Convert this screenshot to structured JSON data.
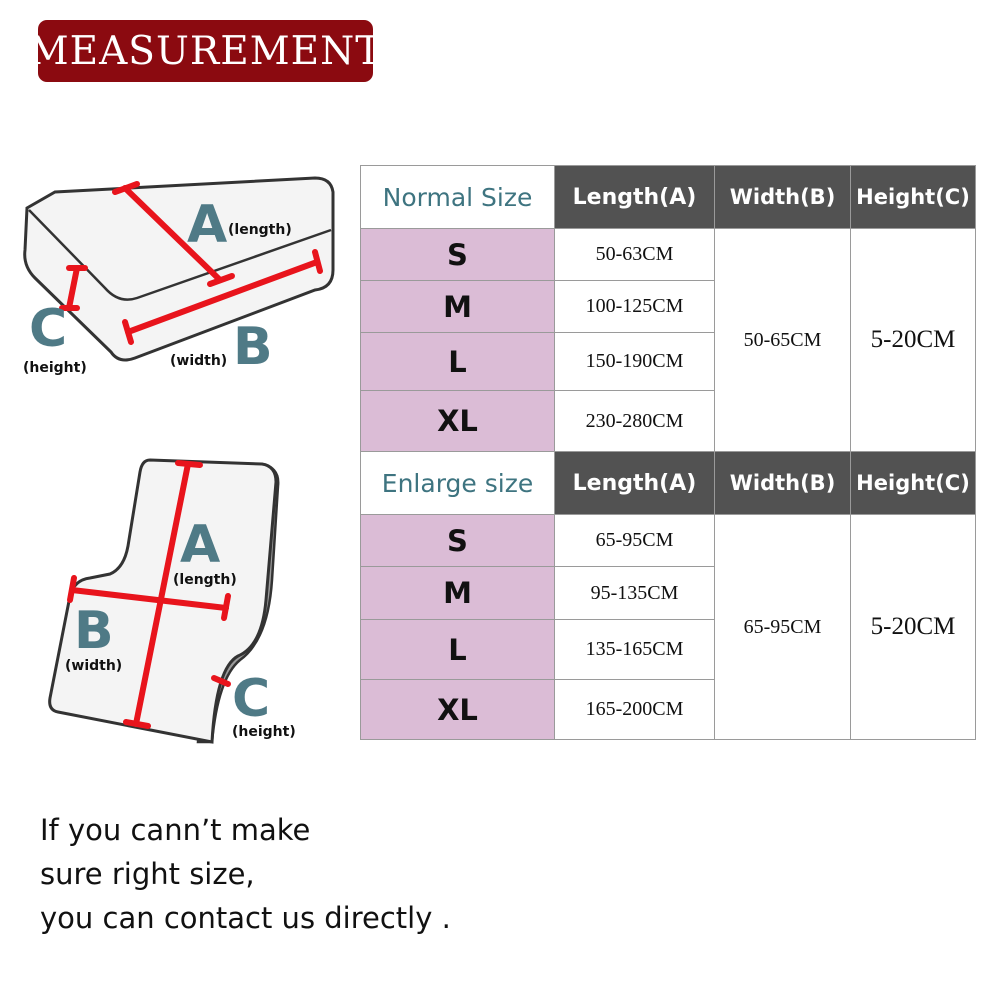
{
  "banner": {
    "title": "MEASUREMENT"
  },
  "illustrations": {
    "cushion": {
      "a_letter": "A",
      "a_label": "(length)",
      "b_letter": "B",
      "b_label": "(width)",
      "c_letter": "C",
      "c_label": "(height)"
    },
    "chaise": {
      "a_letter": "A",
      "a_label": "(length)",
      "b_letter": "B",
      "b_label": "(width)",
      "c_letter": "C",
      "c_label": "(height)"
    }
  },
  "normal": {
    "title": "Normal Size",
    "headers": [
      "Length(A)",
      "Width(B)",
      "Height(C)"
    ],
    "rows": [
      {
        "size": "S",
        "length": "50-63CM"
      },
      {
        "size": "M",
        "length": "100-125CM"
      },
      {
        "size": "L",
        "length": "150-190CM"
      },
      {
        "size": "XL",
        "length": "230-280CM"
      }
    ],
    "width": "50-65CM",
    "height": "5-20CM"
  },
  "enlarge": {
    "title": "Enlarge size",
    "headers": [
      "Length(A)",
      "Width(B)",
      "Height(C)"
    ],
    "rows": [
      {
        "size": "S",
        "length": "65-95CM"
      },
      {
        "size": "M",
        "length": "95-135CM"
      },
      {
        "size": "L",
        "length": "135-165CM"
      },
      {
        "size": "XL",
        "length": "165-200CM"
      }
    ],
    "width": "65-95CM",
    "height": "5-20CM"
  },
  "note": {
    "line1": "If you cann’t make",
    "line2": "sure right size,",
    "line3": "you can contact us directly ."
  },
  "colors": {
    "banner": "#8b0a10",
    "measure_line": "#e8141c",
    "header_bg": "#525252",
    "size_cell": "#dbbcd6",
    "title_text": "#3e7480",
    "letter": "#4f7a86"
  }
}
